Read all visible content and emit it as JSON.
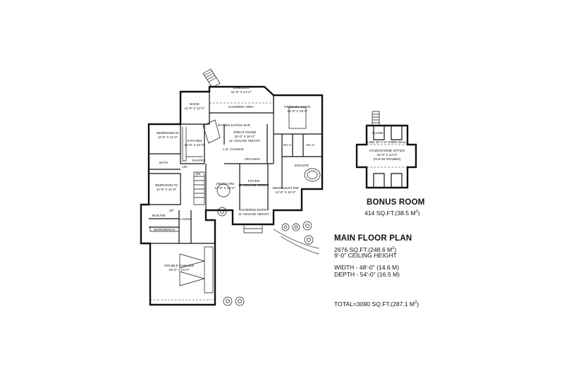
{
  "rooms": {
    "sundeck": {
      "name": "SUNDECK",
      "dims": "22'-8\" X 14'-0\""
    },
    "covered_area": {
      "name": "COVERED AREA"
    },
    "nook": {
      "name": "NOOK",
      "dims": "11'-8\" X 12'-0\""
    },
    "primary_suite": {
      "name": "PRIMARY SUITE",
      "dims": "14'-0\" X 18'-0\""
    },
    "bedroom2": {
      "name": "BEDROOM #2",
      "dims": "11'-8\" X 11'-0\""
    },
    "raised_eating_bar": {
      "name": "RAISED EATING BAR"
    },
    "great_room": {
      "name": "GREAT ROOM",
      "dims": "20'-0\" X 16'-0\"",
      "ceiling": "11' CEILING HEIGHT"
    },
    "kitchen": {
      "name": "KITCHEN",
      "dims": "14'-6\" X 15'-0\""
    },
    "lo_change": {
      "name": "L.O. CHANGE"
    },
    "bath": {
      "name": "BATH"
    },
    "linen": {
      "name": "LIN"
    },
    "pantry": {
      "name": "PANTRY"
    },
    "wic": {
      "name": "W.I.C."
    },
    "wic2": {
      "name": "W.I.C."
    },
    "ensuite": {
      "name": "ENSUITE"
    },
    "archway": {
      "name": "ARCHWAY"
    },
    "bedroom3": {
      "name": "BEDROOM #3",
      "dims": "11'-8\" X 11'-0\""
    },
    "dining_rm": {
      "name": "DINING RM",
      "dims": "12'-0\" X 12'-0\""
    },
    "foyer": {
      "name": "FOYER",
      "ceiling": "11' CEILING HEIGHT"
    },
    "den_guest": {
      "name": "DEN/GUEST RM",
      "dims": "12'-8\" X 10'-0\""
    },
    "mud_rm": {
      "name": "MUD RM"
    },
    "laund": {
      "name": "LAUND"
    },
    "workbench": {
      "name": "WORKBENCH"
    },
    "covered_entry": {
      "name": "COVERED ENTRY",
      "ceiling": "11' CEILING HEIGHT"
    },
    "double_garage": {
      "name": "DOUBLE GARAGE",
      "dims": "23'-0\" X 24'-0\""
    },
    "dn": "DN",
    "up": "UP"
  },
  "bonus_plan": {
    "office_name": "STUDIO/HOME OFFICE",
    "office_dims": "20'-0\" X 24'-0\"",
    "office_note": "(FLR 80 FRAMED)",
    "dormer": "LINE OF 4'-0\" KNEE WALL",
    "closet": "CLOSET"
  },
  "bonus": {
    "title": "BONUS ROOM",
    "area_sqft": "414 SQ.FT.",
    "area_m2": "(38.5 M",
    "area_m2_close": ")"
  },
  "main": {
    "title": "MAIN FLOOR PLAN",
    "area_sqft": "2676 SQ.FT.",
    "area_m2": "(248.6 M",
    "area_m2_close": ")",
    "ceiling": "9'-0\" CEILING HEIGHT",
    "width": "WIDTH - 48'-0\" (14.6 M)",
    "depth": "DEPTH - 54'-0\" (16.5 M)"
  },
  "total": {
    "label": "TOTAL=3090 SQ.FT.",
    "m2": "(287.1 M",
    "m2_close": ")"
  },
  "sup2": "2"
}
